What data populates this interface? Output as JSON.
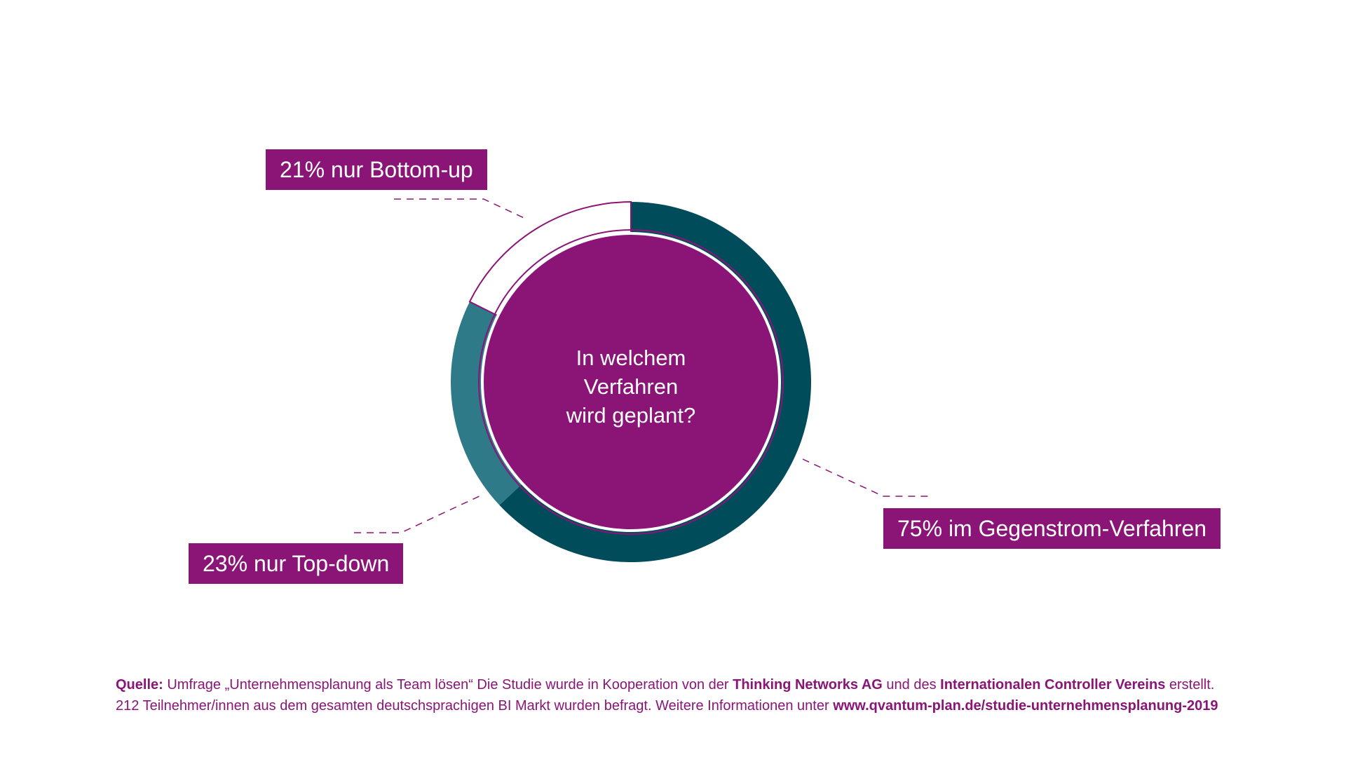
{
  "colors": {
    "brand": "#8a1577",
    "dark_teal": "#004c5a",
    "light_teal": "#2e7a89",
    "white": "#ffffff"
  },
  "chart_data": {
    "type": "pie",
    "title": "In welchem Verfahren wird geplant?",
    "title_lines": [
      "In welchem",
      "Verfahren",
      "wird geplant?"
    ],
    "slices": [
      {
        "label": "75% im Gegenstrom-Verfahren",
        "value": 75,
        "color": "#004c5a"
      },
      {
        "label": "23% nur Top-down",
        "value": 23,
        "color": "#2e7a89"
      },
      {
        "label": "21% nur Bottom-up",
        "value": 21,
        "color": "#ffffff"
      }
    ]
  },
  "source": {
    "line1": {
      "prefix": "Quelle:",
      "text1": " Umfrage „Unternehmensplanung als Team lösen“ Die Studie wurde in Kooperation von der ",
      "org1": "Thinking Networks AG",
      "text2": " und des ",
      "org2": "Internationalen Controller Vereins",
      "text3": " erstellt."
    },
    "line2": {
      "text": "212 Teilnehmer/innen aus dem gesamten deutschsprachigen BI Markt wurden befragt. Weitere Informationen unter ",
      "url": "www.qvantum-plan.de/studie-unternehmensplanung-2019"
    }
  }
}
